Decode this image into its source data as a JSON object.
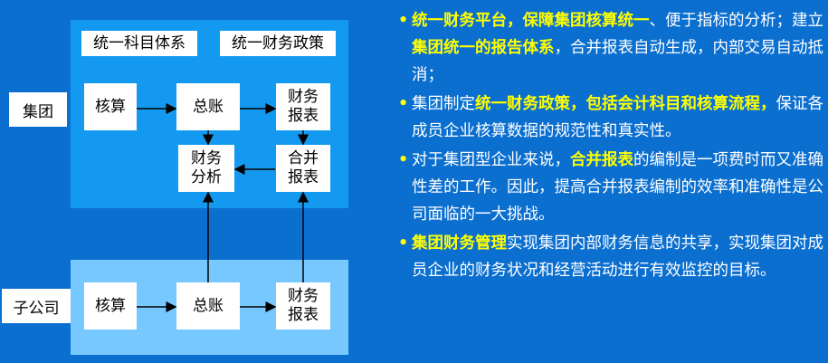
{
  "diagram": {
    "group_label": "集团",
    "subsidiary_label": "子公司",
    "unified_accounts": "统一科目体系",
    "unified_policy": "统一财务政策",
    "group_nodes": {
      "accounting": "核算",
      "ledger": "总账",
      "reports": "财务\n报表",
      "analysis": "财务\n分析",
      "consolidated": "合并\n报表"
    },
    "sub_nodes": {
      "accounting": "核算",
      "ledger": "总账",
      "reports": "财务\n报表"
    }
  },
  "bullets": [
    {
      "segments": [
        {
          "t": "统一财务平台，保障集团核算统一",
          "hl": true
        },
        {
          "t": "、便于指标的分析；建立",
          "hl": false
        },
        {
          "t": "集团统一的报告体系",
          "hl": true
        },
        {
          "t": "，合并报表自动生成，内部交易自动抵消；",
          "hl": false
        }
      ]
    },
    {
      "segments": [
        {
          "t": "集团制定",
          "hl": false
        },
        {
          "t": "统一财务政策，包括会计科目和核算流程，",
          "hl": true
        },
        {
          "t": "保证各成员企业核算数据的规范性和真实性。",
          "hl": false
        }
      ]
    },
    {
      "segments": [
        {
          "t": "对于集团型企业来说，",
          "hl": false
        },
        {
          "t": "合并报表",
          "hl": true
        },
        {
          "t": "的编制是一项费时而又准确性差的工作。因此，提高合并报表编制的效率和准确性是公司面临的一大挑战。",
          "hl": false
        }
      ]
    },
    {
      "segments": [
        {
          "t": "集团财务管理",
          "hl": true
        },
        {
          "t": "实现集团内部财务信息的共享，实现集团对成员企业的财务状况和经营活动进行有效监控的目标。",
          "hl": false
        }
      ]
    }
  ],
  "colors": {
    "background": "#0b6fd0",
    "group_panel": "#139af0",
    "subsidiary_panel": "#76c8ff",
    "highlight": "#ffff00"
  }
}
